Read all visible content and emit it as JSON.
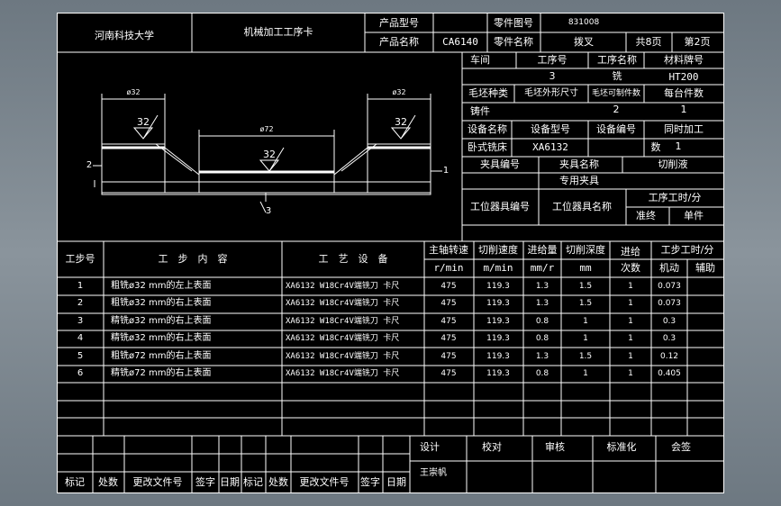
{
  "header": {
    "school": "河南科技大学",
    "card_title": "机械加工工序卡",
    "product_model_label": "产品型号",
    "product_model_value": "",
    "product_name_label": "产品名称",
    "product_name_value": "CA6140",
    "part_no_label": "零件图号",
    "part_no_value": "831008",
    "part_name_label": "零件名称",
    "part_name_value": "拨叉",
    "total_pages": "共8页",
    "page_no": "第2页"
  },
  "info": {
    "workshop_label": "车间",
    "process_no_label": "工序号",
    "process_name_label": "工序名称",
    "material_label": "材料牌号",
    "workshop": "",
    "process_no": "3",
    "process_name": "铣",
    "material": "HT200",
    "blank_type_label": "毛坯种类",
    "blank_size_label": "毛坯外形尺寸",
    "blank_count_label": "毛坯可制件数",
    "per_unit_label": "每台件数",
    "blank_type": "铸件",
    "blank_size": "",
    "blank_count": "2",
    "per_unit": "1",
    "equip_name_label": "设备名称",
    "equip_model_label": "设备型号",
    "equip_no_label": "设备编号",
    "simul_label": "同时加工",
    "equip_name": "卧式铣床",
    "equip_model": "XA6132",
    "equip_no": "",
    "simul_count_label": "数",
    "simul_count": "1",
    "fixture_no_label": "夹具编号",
    "fixture_name_label": "夹具名称",
    "coolant_label": "切削液",
    "fixture_name": "专用夹具",
    "station_no_label": "工位器具编号",
    "station_name_label": "工位器具名称",
    "process_time_label": "工序工时/分",
    "std_time_label": "准终",
    "unit_time_label": "单件"
  },
  "drawing": {
    "dim_left": "ø32",
    "dim_right": "ø32",
    "dim_mid": "ø72",
    "rough_left": "32",
    "rough_right": "32",
    "rough_mid": "32",
    "label_left": "2",
    "label_right": "1",
    "label_bottom": "3"
  },
  "steps": {
    "headers": {
      "step_no": "工步号",
      "content": "工　步　内　容",
      "equipment": "工　艺　设　备",
      "speed": "主轴转速",
      "speed_unit": "r/min",
      "cut_speed": "切削速度",
      "cut_speed_unit": "m/min",
      "feed": "进给量",
      "feed_unit": "mm/r",
      "depth": "切削深度",
      "depth_unit": "mm",
      "passes": "进给",
      "passes_unit": "次数",
      "step_time": "工步工时/分",
      "machine_time": "机动",
      "aux_time": "辅助"
    },
    "rows": [
      {
        "no": "1",
        "content": "粗铣ø32 mm的左上表面",
        "equipment": "XA6132 W18Cr4V端铣刀 卡尺",
        "speed": "475",
        "cut_speed": "119.3",
        "feed": "1.3",
        "depth": "1.5",
        "passes": "1",
        "machine_time": "0.073",
        "aux_time": ""
      },
      {
        "no": "2",
        "content": "粗铣ø32 mm的右上表面",
        "equipment": "XA6132 W18Cr4V端铣刀 卡尺",
        "speed": "475",
        "cut_speed": "119.3",
        "feed": "1.3",
        "depth": "1.5",
        "passes": "1",
        "machine_time": "0.073",
        "aux_time": ""
      },
      {
        "no": "3",
        "content": "精铣ø32 mm的右上表面",
        "equipment": "XA6132 W18Cr4V端铣刀 卡尺",
        "speed": "475",
        "cut_speed": "119.3",
        "feed": "0.8",
        "depth": "1",
        "passes": "1",
        "machine_time": "0.3",
        "aux_time": ""
      },
      {
        "no": "4",
        "content": "精铣ø32 mm的右上表面",
        "equipment": "XA6132 W18Cr4V端铣刀 卡尺",
        "speed": "475",
        "cut_speed": "119.3",
        "feed": "0.8",
        "depth": "1",
        "passes": "1",
        "machine_time": "0.3",
        "aux_time": ""
      },
      {
        "no": "5",
        "content": "粗铣ø72 mm的右上表面",
        "equipment": "XA6132 W18Cr4V端铣刀 卡尺",
        "speed": "475",
        "cut_speed": "119.3",
        "feed": "1.3",
        "depth": "1.5",
        "passes": "1",
        "machine_time": "0.12",
        "aux_time": ""
      },
      {
        "no": "6",
        "content": "精铣ø72 mm的右上表面",
        "equipment": "XA6132 W18Cr4V端铣刀 卡尺",
        "speed": "475",
        "cut_speed": "119.3",
        "feed": "0.8",
        "depth": "1",
        "passes": "1",
        "machine_time": "0.405",
        "aux_time": ""
      }
    ]
  },
  "footer": {
    "design": "设计",
    "proof": "校对",
    "review": "审核",
    "standard": "标准化",
    "sign": "会签",
    "designer": "王崇帆",
    "rev_labels": [
      "标记",
      "处数",
      "更改文件号",
      "签字",
      "日期",
      "标记",
      "处数",
      "更改文件号",
      "签字",
      "日期"
    ]
  },
  "colors": {
    "background": "#000000",
    "line": "#ffffff",
    "page_bg": "#7c868e"
  }
}
